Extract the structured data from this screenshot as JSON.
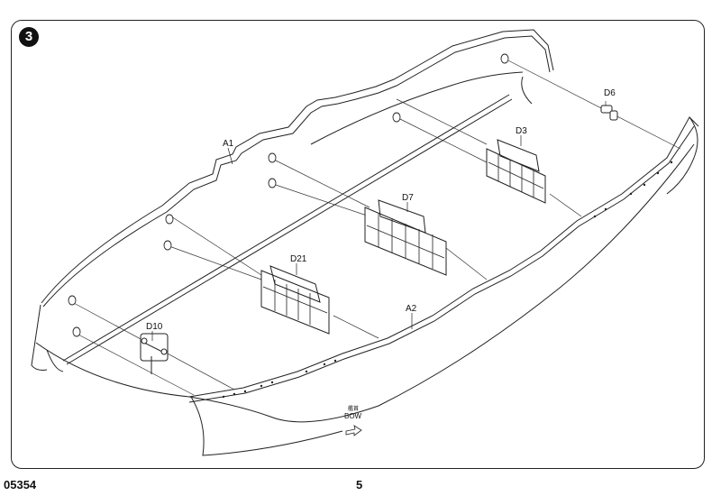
{
  "step_number": "3",
  "footer": {
    "code": "05354",
    "page": "5"
  },
  "parts": {
    "a1": "A1",
    "a2": "A2",
    "d3": "D3",
    "d6": "D6",
    "d7": "D7",
    "d10": "D10",
    "d21": "D21"
  },
  "direction": {
    "cjk": "艦首",
    "label": "BOW"
  }
}
